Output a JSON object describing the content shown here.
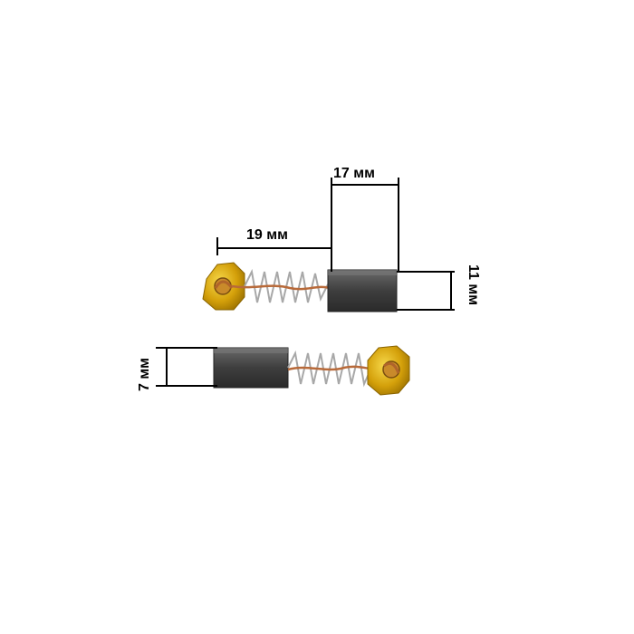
{
  "photo": {
    "background": "#ffffff",
    "carbon_color": "#4a4a4a",
    "brass_color": "#d4a00a",
    "copper_color": "#b86a3a",
    "spring_color": "#a8a8a8"
  },
  "dimensions": {
    "total_length": "19 мм",
    "block_length": "17 мм",
    "block_height": "11 мм",
    "block_width": "7 мм"
  }
}
